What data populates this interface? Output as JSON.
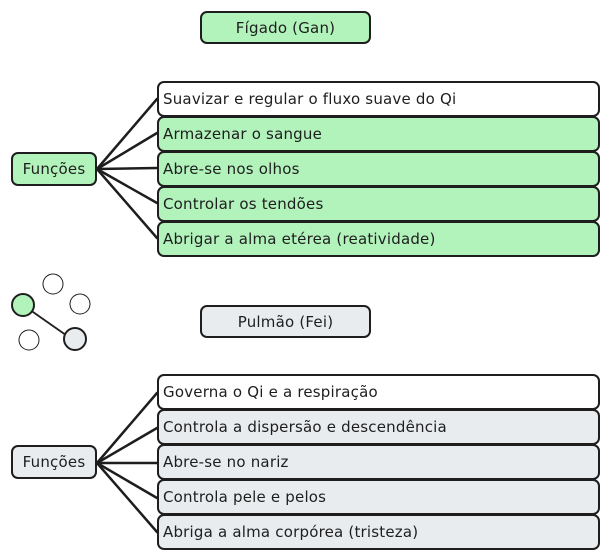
{
  "colors": {
    "green": "#b2f2bb",
    "gray": "#e9ecef",
    "white": "#ffffff",
    "stroke": "#1e1e1e"
  },
  "liver": {
    "title": "Fígado (Gan)",
    "hub_label": "Funções",
    "functions": [
      "Suavizar e regular o fluxo suave do Qi",
      "Armazenar o sangue",
      "Abre-se nos olhos",
      "Controlar os tendões",
      "Abrigar a alma etérea (reatividade)"
    ]
  },
  "lung": {
    "title": "Pulmão (Fei)",
    "hub_label": "Funções",
    "functions": [
      "Governa o Qi e a respiração",
      "Controla a dispersão e descendência",
      "Abre-se no nariz",
      "Controla pele e pelos",
      "Abriga a alma corpórea (tristeza)"
    ]
  },
  "legend_icon": "connected-nodes-icon"
}
